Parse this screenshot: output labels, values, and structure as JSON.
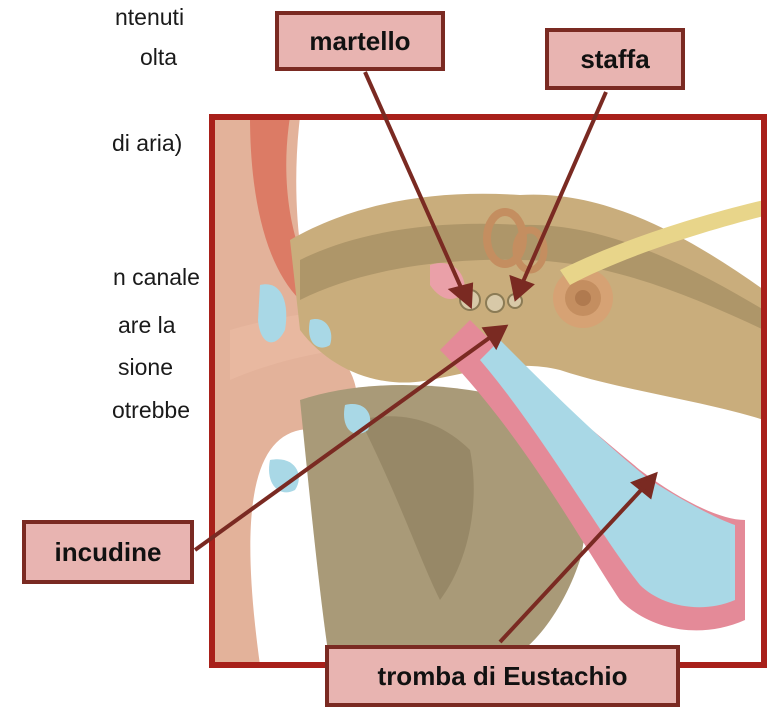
{
  "text_fragments": [
    "ntenuti",
    "olta",
    "di aria)",
    "n canale",
    "are la",
    "sione",
    "otrebbe"
  ],
  "labels": {
    "malleus": "martello",
    "stapes": "staffa",
    "incus": "incudine",
    "eustachian_tube": "tromba di Eustachio"
  },
  "colors": {
    "frame": "#a8201a",
    "label_fill": "#e8b4b1",
    "label_border": "#7a2a22",
    "arrow": "#7a2a22",
    "skin": "#e3b29a",
    "bone": "#c9ad7c",
    "tube": "#e48a98",
    "fluid": "#a9d8e6"
  }
}
